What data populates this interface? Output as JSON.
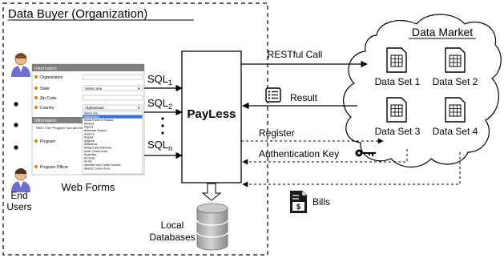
{
  "buyer": {
    "title": "Data Buyer (Organization)",
    "users_label_line1": "End",
    "users_label_line2": "Users",
    "web_forms_label": "Web Forms",
    "form": {
      "header1": "Information",
      "rows": [
        {
          "label": "Organization",
          "value": ""
        },
        {
          "label": "State",
          "value": "Select one"
        },
        {
          "label": "Zip Code",
          "value": ""
        },
        {
          "label": "Country",
          "value": "Afghanistan"
        }
      ],
      "header2": "Information",
      "hint_text": "HINT: The \"Program\" box and reference names and codes.",
      "program_label": "Program",
      "officer_label": "Program Officer",
      "dropdown_options": [
        "Select one",
        "Afghanistan",
        "Africa South of Sahara",
        "Albania",
        "Algeria",
        "American Samoa",
        "Andorra",
        "Angola",
        "Anguilla",
        "Antarctica",
        "Antigua and Barbuda",
        "Arctic Ocean Area",
        "Argentina",
        "Armenia",
        "Aruba",
        "Ashmore and Cartier Islands",
        "Atlantic Ocean Area"
      ]
    }
  },
  "sql": {
    "q1": {
      "base": "SQL",
      "sub": "1"
    },
    "q2": {
      "base": "SQL",
      "sub": "2"
    },
    "qn": {
      "base": "SQL",
      "sub": "n"
    }
  },
  "payless": {
    "label": "PayLess"
  },
  "databases": {
    "line1": "Local",
    "line2": "Databases"
  },
  "market": {
    "title": "Data Market",
    "data_sets": [
      "Data Set 1",
      "Data Set 2",
      "Data Set 3",
      "Data Set 4"
    ]
  },
  "arrows": {
    "restful": "RESTful Call",
    "result": "Result",
    "register": "Register",
    "auth_key": "Authentication Key",
    "bills": "Bills"
  }
}
